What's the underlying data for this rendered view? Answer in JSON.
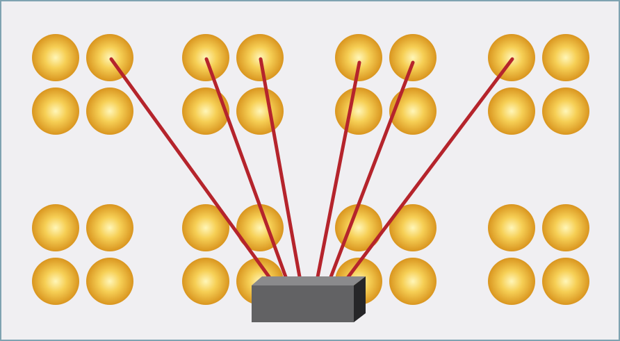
{
  "colors": {
    "background": "#f0eff2",
    "frame_border": "#7fa3b1",
    "sphere_center": "#fff6b8",
    "sphere_mid": "#f6cf55",
    "sphere_edge": "#d9951f",
    "connector": "#b5242c",
    "box_front": "#626264",
    "box_top": "#8a8a8c",
    "box_side": "#262628"
  },
  "icons": {
    "sphere": "gold-sphere",
    "hub": "gray-box-3d"
  },
  "diagram": {
    "cluster_count": 8,
    "spheres_per_cluster": 4,
    "connection_count": 6,
    "connected_cluster_numbers": [
      1,
      2,
      2,
      3,
      3,
      4
    ]
  }
}
